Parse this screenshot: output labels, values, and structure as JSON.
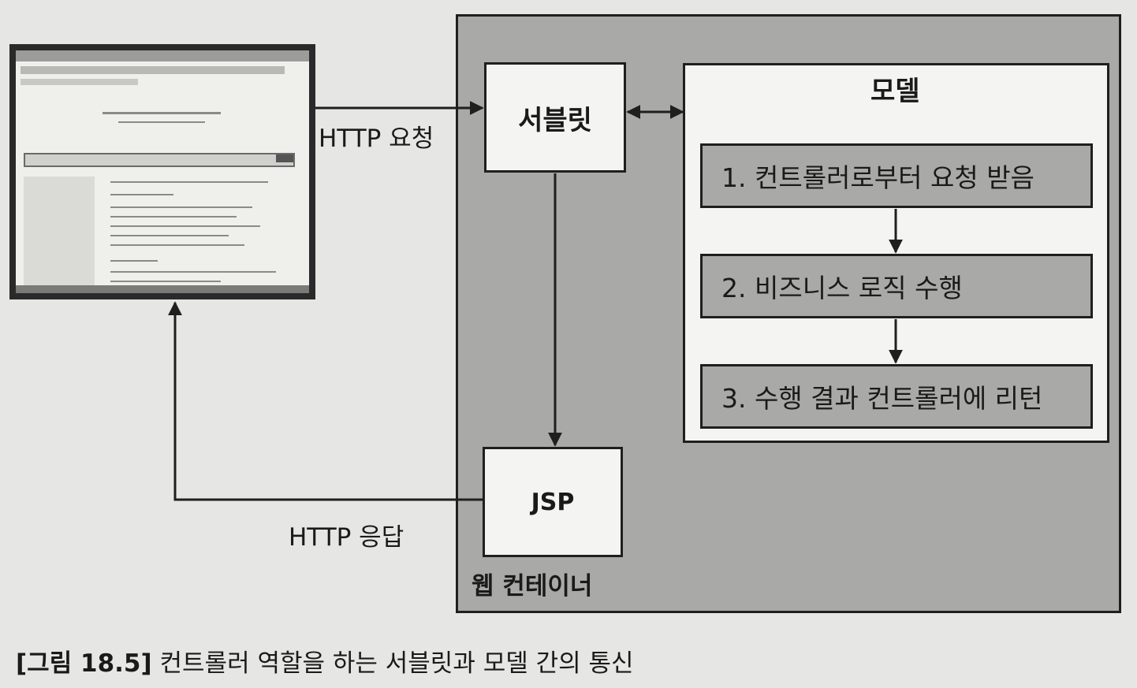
{
  "diagram": {
    "http_request": "HTTP 요청",
    "http_response": "HTTP 응답",
    "servlet": "서블릿",
    "jsp": "JSP",
    "web_container": "웹 컨테이너",
    "model": {
      "title": "모델",
      "steps": [
        "1. 컨트롤러로부터 요청 받음",
        "2. 비즈니스 로직 수행",
        "3. 수행 결과 컨트롤러에 리턴"
      ]
    }
  },
  "caption": {
    "figure": "[그림 18.5]",
    "text": "컨트롤러 역할을 하는 서블릿과 모델 간의 통신"
  },
  "colors": {
    "container_fill": "#a9a9a7",
    "box_fill": "#f4f4f2",
    "border": "#1f1f1f"
  }
}
